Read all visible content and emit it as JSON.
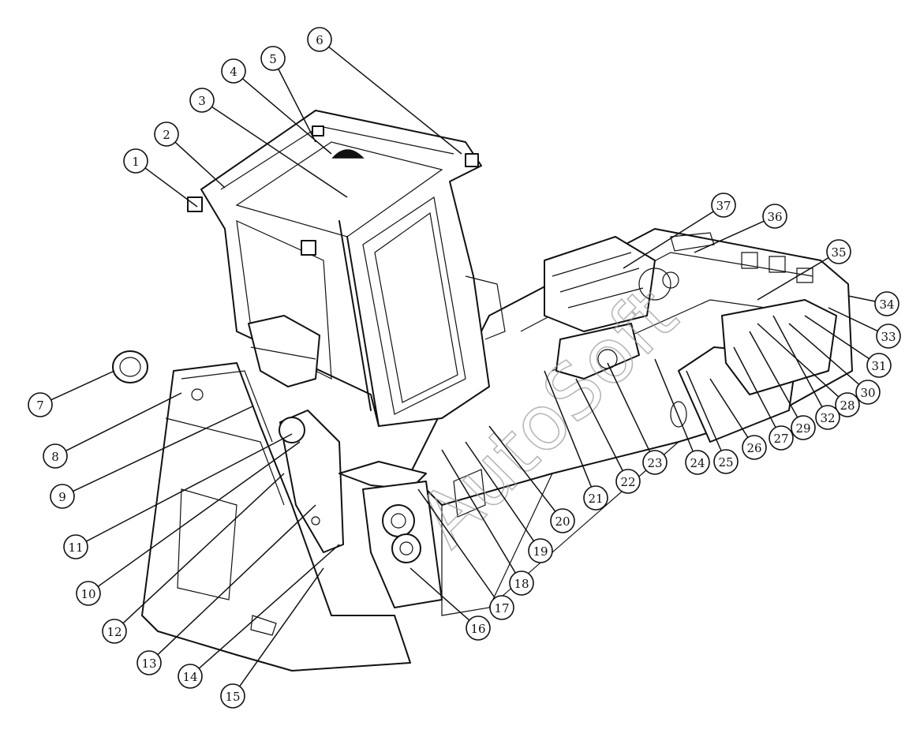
{
  "watermark": "AutoSoft",
  "callouts": [
    {
      "id": "1"
    },
    {
      "id": "2"
    },
    {
      "id": "3"
    },
    {
      "id": "4"
    },
    {
      "id": "5"
    },
    {
      "id": "6"
    },
    {
      "id": "7"
    },
    {
      "id": "8"
    },
    {
      "id": "9"
    },
    {
      "id": "10"
    },
    {
      "id": "11"
    },
    {
      "id": "12"
    },
    {
      "id": "13"
    },
    {
      "id": "14"
    },
    {
      "id": "15"
    },
    {
      "id": "16"
    },
    {
      "id": "17"
    },
    {
      "id": "18"
    },
    {
      "id": "19"
    },
    {
      "id": "20"
    },
    {
      "id": "21"
    },
    {
      "id": "22"
    },
    {
      "id": "23"
    },
    {
      "id": "24"
    },
    {
      "id": "25"
    },
    {
      "id": "26"
    },
    {
      "id": "27"
    },
    {
      "id": "28"
    },
    {
      "id": "29"
    },
    {
      "id": "30"
    },
    {
      "id": "31"
    },
    {
      "id": "32"
    },
    {
      "id": "33"
    },
    {
      "id": "34"
    },
    {
      "id": "35"
    },
    {
      "id": "36"
    },
    {
      "id": "37"
    }
  ]
}
